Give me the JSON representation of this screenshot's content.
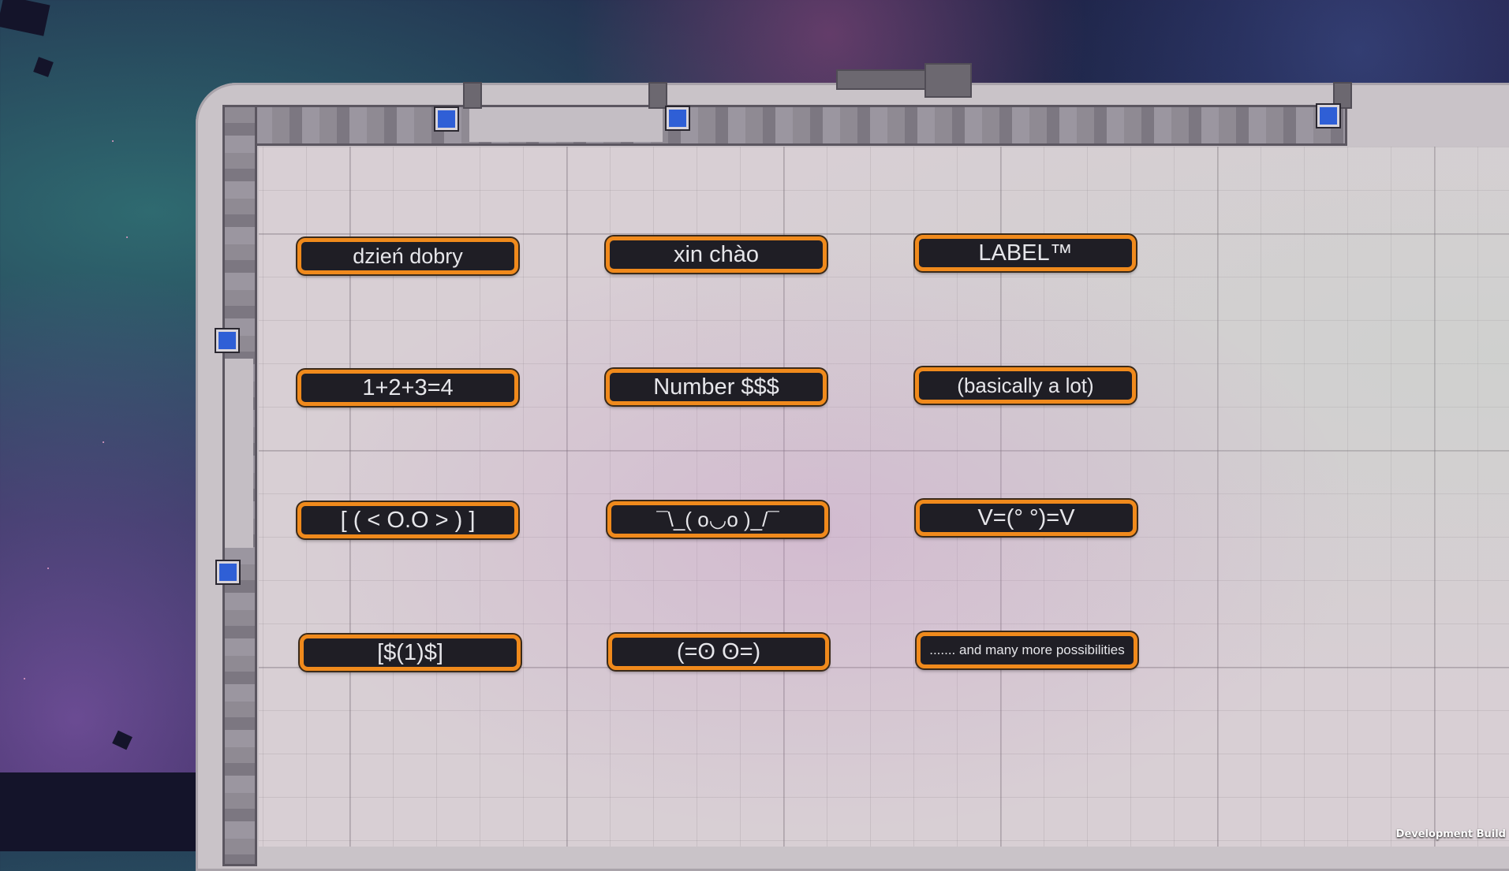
{
  "labels": [
    "dzień dobry",
    "xin chào",
    "LABEL™",
    "1+2+3=4",
    "Number $$$",
    "(basically a lot)",
    "[ ( < O.O > ) ]",
    "¯\\_( o◡o )_/¯",
    "V=(° °)=V",
    "[$(1)$]",
    "(=ʘ   ʘ=)",
    "....... and many more possibilities"
  ],
  "footer": {
    "build_text": "Development Build"
  },
  "colors": {
    "label_border": "#f08a1c",
    "label_fill": "#1f1e25",
    "label_text": "#e6e6ea",
    "connector": "#2f5fd6"
  }
}
